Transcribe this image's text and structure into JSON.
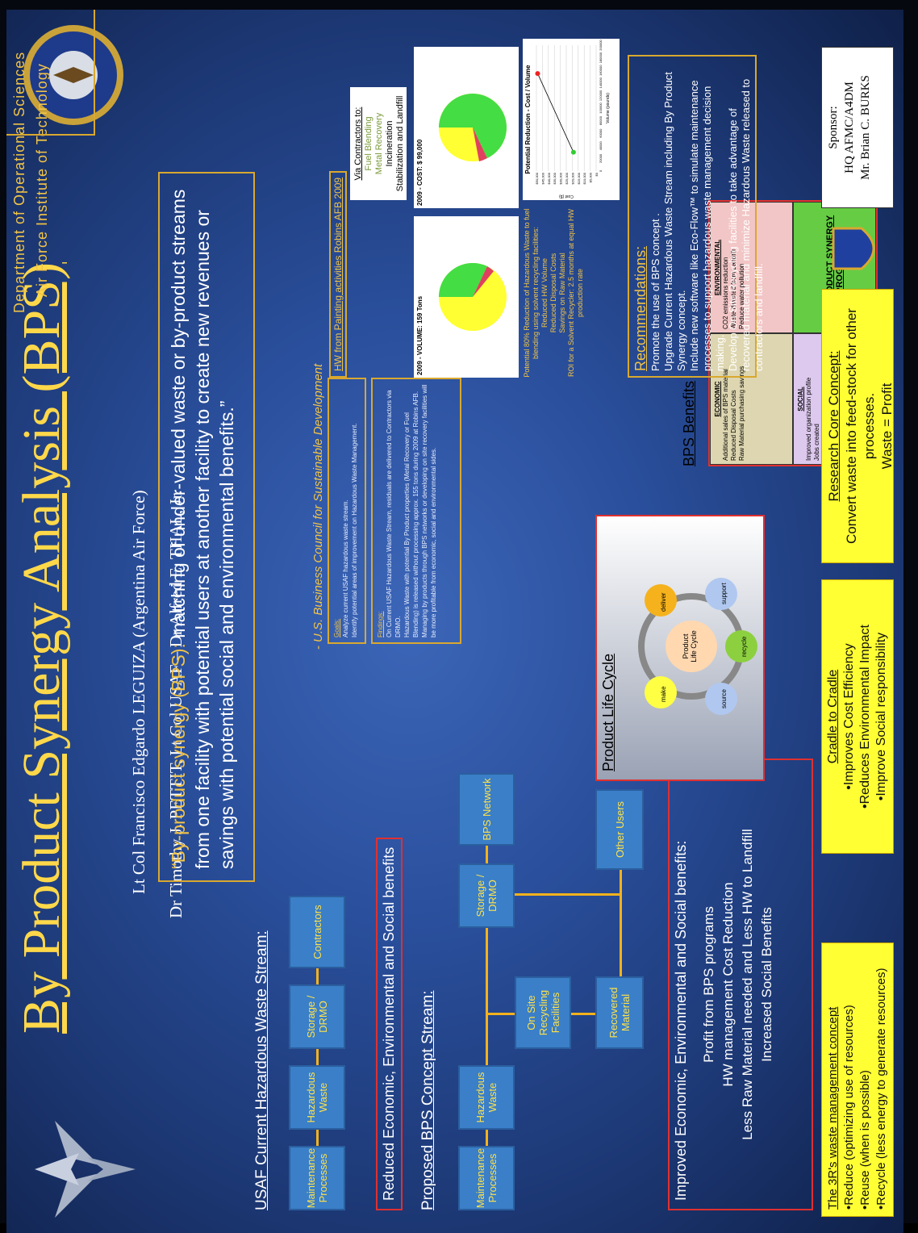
{
  "title": "By Product Synergy Analysis (BPS)",
  "authors": {
    "line1": "Lt Col Francisco Edgardo LEGUIZA (Argentina Air Force)",
    "line2": "Dr Timothy J. PETTIT, Lt Col USAF – Dr Alfred E. THAL, Jr."
  },
  "department": {
    "line1": "Department of Operational Sciences",
    "line2": "Air Force Institute of Technology"
  },
  "quote": {
    "lead": "“By-product synergy (BPS):",
    "text": " matching of under-valued waste or by-product streams from one facility with potential users at another facility to create new revenues or savings with potential social and environmental benefits.”",
    "source": "- U.S. Business Council for Sustainable Development"
  },
  "current_stream": {
    "heading": "USAF Current Hazardous Waste Stream:",
    "boxes": [
      "Maintenance Processes",
      "Hazardous Waste",
      "Storage / DRMO",
      "Contractors"
    ],
    "result": "Reduced Economic, Environmental and Social benefits"
  },
  "proposed_stream": {
    "heading": "Proposed BPS Concept  Stream:",
    "boxes": [
      "Maintenance Processes",
      "Hazardous Waste",
      "On Site Recycling Facilities",
      "Recovered Material",
      "Storage / DRMO",
      "BPS Network",
      "Other Users"
    ]
  },
  "improved": {
    "heading": "Improved Economic, Environmental and Social benefits:",
    "items": [
      "Profit from BPS programs",
      "HW management Cost Reduction",
      "Less Raw Material needed and Less HW to Landfill",
      "Increased Social Benefits"
    ]
  },
  "goals": {
    "heading": "Goals:",
    "items": [
      "Analyze current USAF hazardous waste stream.",
      "Identify potential areas of improvement on Hazardous Waste Management."
    ]
  },
  "findings": {
    "heading": "Findings:",
    "items": [
      "On Current USAF Hazardous Waste Stream, residuals are delivered to Contractors via DRMO.",
      "Hazardous Waste with potential By Product properties (Metal Recovery or Fuel Blending) is released without processing approx. 155 tons during 2009 at Robins AFB.",
      "Managing by products through BPS networks or developing on site recovery facilities will be more profitable from economic, social and environmental sides."
    ]
  },
  "painting": {
    "heading": "HW from Painting activities Robins AFB 2009",
    "contractors_heading": "Via Contractors to:",
    "contractors_items": [
      "Fuel Blending",
      "Metal Recovery",
      "Incineration",
      "Stabilization and Landfill"
    ]
  },
  "pies": {
    "volume_title": "2009 - VOLUME: 159 Tons",
    "cost_title": "2009 - COST: $ 99,000"
  },
  "reduction_note": [
    "Potential 80% Reduction of Hazardous Waste to fuel blending using solvent recycling facilities:",
    "Reduced HW Volume",
    "Reduced Disposal Costs",
    "Savings on Raw Material",
    "ROI for a Solvent Recycler: 2.5 months at equal HW production rate"
  ],
  "chart_data": {
    "type": "scatter",
    "title": "Potential Reduction - Cost / Volume",
    "xlabel": "Volume (pounds)",
    "ylabel": "Cost ($)",
    "points": [
      {
        "x": 30000,
        "y": 19000
      },
      {
        "x": 155000,
        "y": 49000
      }
    ],
    "xlim": [
      0,
      200000
    ],
    "ylim": [
      0,
      50000
    ],
    "x_ticks": [
      "0",
      "20000",
      "40000",
      "60000",
      "80000",
      "100000",
      "120000",
      "140000",
      "160000",
      "180000",
      "200000"
    ],
    "y_ticks": [
      "$0",
      "$5,000",
      "$10,000",
      "$15,000",
      "$20,000",
      "$25,000",
      "$30,000",
      "$35,000",
      "$40,000",
      "$45,000",
      "$50,000"
    ]
  },
  "life_cycle": {
    "heading": "Product Life Cycle",
    "center": "Product Life Cycle",
    "nodes": [
      "make",
      "deliver",
      "support",
      "recycle",
      "source"
    ]
  },
  "bps_benefits": {
    "heading": "BPS Benefits",
    "economic": {
      "title": "ECONOMIC",
      "items": [
        "Additional sales of BPS material",
        "Reduced Disposal Costs",
        "Raw Material purchasing savings"
      ]
    },
    "environmental": {
      "title": "ENVIRONMENTAL",
      "items": [
        "CO2 emissions reduction",
        "Waste diverted from Landfill",
        "Reduce water pollution"
      ]
    },
    "social": {
      "title": "SOCIAL",
      "items": [
        "Improved organization profile",
        "Jobs created"
      ]
    },
    "programs": "BY PRODUCT SYNERGY PROGRAMS"
  },
  "recommendations": {
    "heading": "Recommendations:",
    "items": [
      "Promote the use of BPS concept .",
      "Upgrade Current Hazardous Waste Stream including By Product Synergy concept.",
      "Include new software like Eco-Flow™ to simulate maintenance processes to support hazardous waste management decision making.",
      "Develop On Site Recycling facilities to take advantage of recovered material and minimize Hazardous Waste released to contractors and landfill."
    ]
  },
  "three_rs": {
    "heading": "The 3R's waste management concept",
    "items": [
      "•Reduce (optimizing use of resources)",
      "•Reuse (when is possible)",
      "•Recycle (less energy to generate resources)"
    ]
  },
  "cradle": {
    "heading": "Cradle to Cradle",
    "items": [
      "•Improves Cost Efficiency",
      "•Reduces Environmental Impact",
      "•Improve Social responsibility"
    ]
  },
  "core": {
    "heading": "Research Core Concept:",
    "items": [
      "Convert waste into feed-stock for other processes.",
      "Waste = Profit"
    ]
  },
  "sponsor": {
    "lines": [
      "Sponsor:",
      "HQ AFMC/A4DM",
      "Mr. Brian C. BURKS"
    ]
  },
  "colors": {
    "accent": "#f2c447",
    "box": "#3a7fc8",
    "arrow": "#f5b21c",
    "highlight": "#ffff33"
  }
}
